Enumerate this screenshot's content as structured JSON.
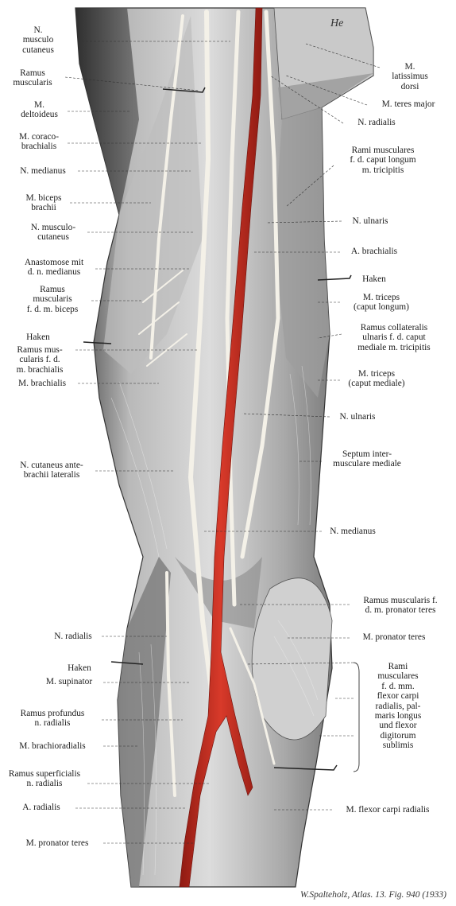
{
  "labels_left": [
    "N.\nmusculo\ncutaneus",
    "Ramus\nmuscularis",
    "M.\ndeltoideus",
    "M. coraco-\nbrachialis",
    "N. medianus",
    "M. biceps\nbrachii",
    "N. musculo-\ncutaneus",
    "Anastomose mit\nd. n. medianus",
    "Ramus\nmuscularis\nf. d. m. biceps",
    "Haken",
    "Ramus mus-\ncularis f. d.\nm. brachialis",
    "M. brachialis",
    "N. cutaneus ante-\nbrachii lateralis",
    "N. radialis",
    "Haken",
    "M. supinator",
    "Ramus profundus\nn. radialis",
    "M. brachioradialis",
    "Ramus superficialis\nn. radialis",
    "A. radialis",
    "M. pronator teres"
  ],
  "labels_right": [
    "M.\nlatissimus\ndorsi",
    "M. teres major",
    "N. radialis",
    "Rami musculares\nf. d. caput longum\nm. tricipitis",
    "N. ulnaris",
    "A. brachialis",
    "Haken",
    "M. triceps\n(caput longum)",
    "Ramus collateralis\nulnaris f. d. caput\nmediale m. tricipitis",
    "M. triceps\n(caput mediale)",
    "N. ulnaris",
    "Septum inter-\nmusculare mediale",
    "N. medianus",
    "Ramus muscularis f.\nd. m. pronator teres",
    "M. pronator teres",
    "Rami\nmusculares\nf. d. mm.\nflexor carpi\nradialis, pal-\nmaris longus\nund flexor\ndigitorum\nsublimis",
    "M. flexor carpi radialis"
  ],
  "corner_mark": "He",
  "credit": "W.Spalteholz, Atlas. 13. Fig. 940 (1933)",
  "colors": {
    "artery": "#c8281d",
    "nerve": "#f4f1e8",
    "muscle": "#8c8c8c",
    "shadow": "#3a3a3a"
  }
}
